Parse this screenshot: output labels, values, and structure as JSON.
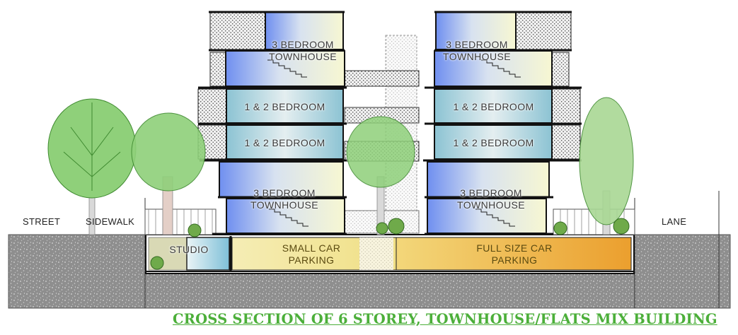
{
  "labels": {
    "street": "STREET",
    "sidewalk": "SIDEWALK",
    "lane": "LANE"
  },
  "units": {
    "left_townhouse_top": "3 BEDROOM TOWNHOUSE",
    "right_townhouse_top": "3 BEDROOM TOWNHOUSE",
    "left_flat_upper": "1 & 2 BEDROOM",
    "right_flat_upper": "1 & 2 BEDROOM",
    "left_flat_lower": "1 & 2 BEDROOM",
    "right_flat_lower": "1 & 2 BEDROOM",
    "left_townhouse_bottom": "3 BEDROOM TOWNHOUSE",
    "right_townhouse_bottom": "3 BEDROOM TOWNHOUSE",
    "studio": "STUDIO"
  },
  "parking": {
    "small_line1": "SMALL CAR",
    "small_line2": "PARKING",
    "full_line1": "FULL SIZE CAR",
    "full_line2": "PARKING"
  },
  "title": "CROSS SECTION OF 6 STOREY, TOWNHOUSE/FLATS MIX BUILDING",
  "colors": {
    "title_green": "#4caf3a",
    "ground_gray": "#8f8f8f",
    "unit_blue": "#7f9bee",
    "unit_cream": "#f6f6d2",
    "flat_teal": "#9cc8d4",
    "parking_yellow": "#f1e28e",
    "parking_orange": "#eda433",
    "tree_green": "#8fd07a"
  }
}
